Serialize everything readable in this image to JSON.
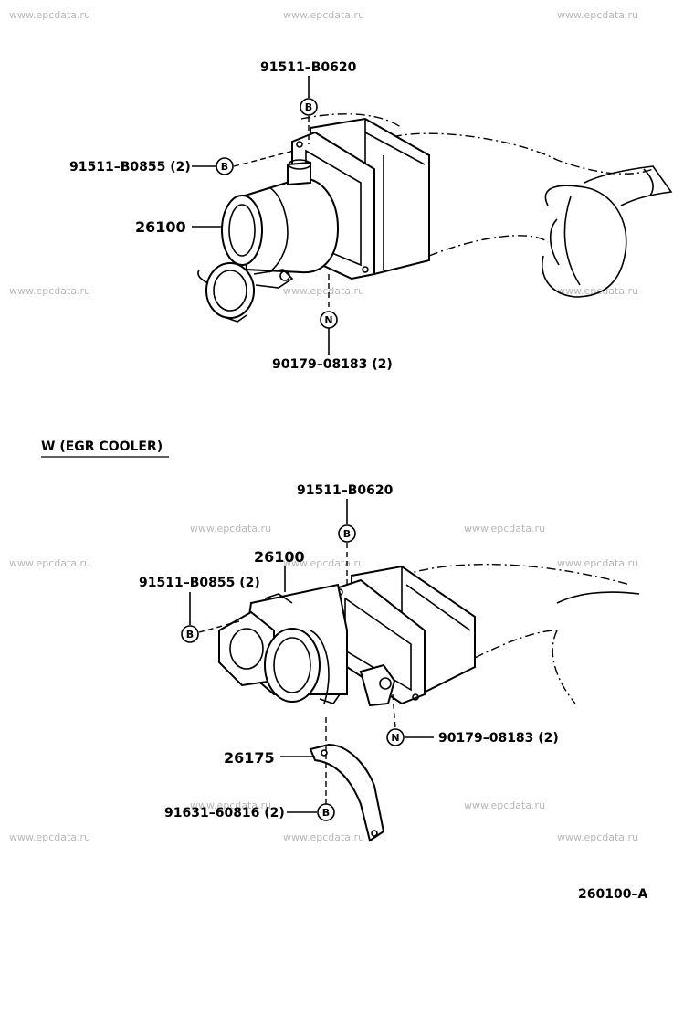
{
  "watermark": "www.epcdata.ru",
  "top_view": {
    "labels": {
      "bolt_top": "91511–B0620",
      "bolt_left": "91511–B0855 (2)",
      "throttle_body": "26100",
      "nut": "90179–08183 (2)"
    },
    "callouts": {
      "bolt_top": "B",
      "bolt_left": "B",
      "nut": "N"
    }
  },
  "section_heading": "W (EGR COOLER)",
  "bottom_view": {
    "labels": {
      "bolt_top": "91511–B0620",
      "throttle_body": "26100",
      "bolt_left": "91511–B0855 (2)",
      "nut": "90179–08183 (2)",
      "bracket": "26175",
      "bracket_bolt": "91631–60816 (2)"
    },
    "callouts": {
      "bolt_top": "B",
      "bolt_left": "B",
      "nut": "N",
      "bracket_bolt": "B"
    }
  },
  "figure_code": "260100–A"
}
